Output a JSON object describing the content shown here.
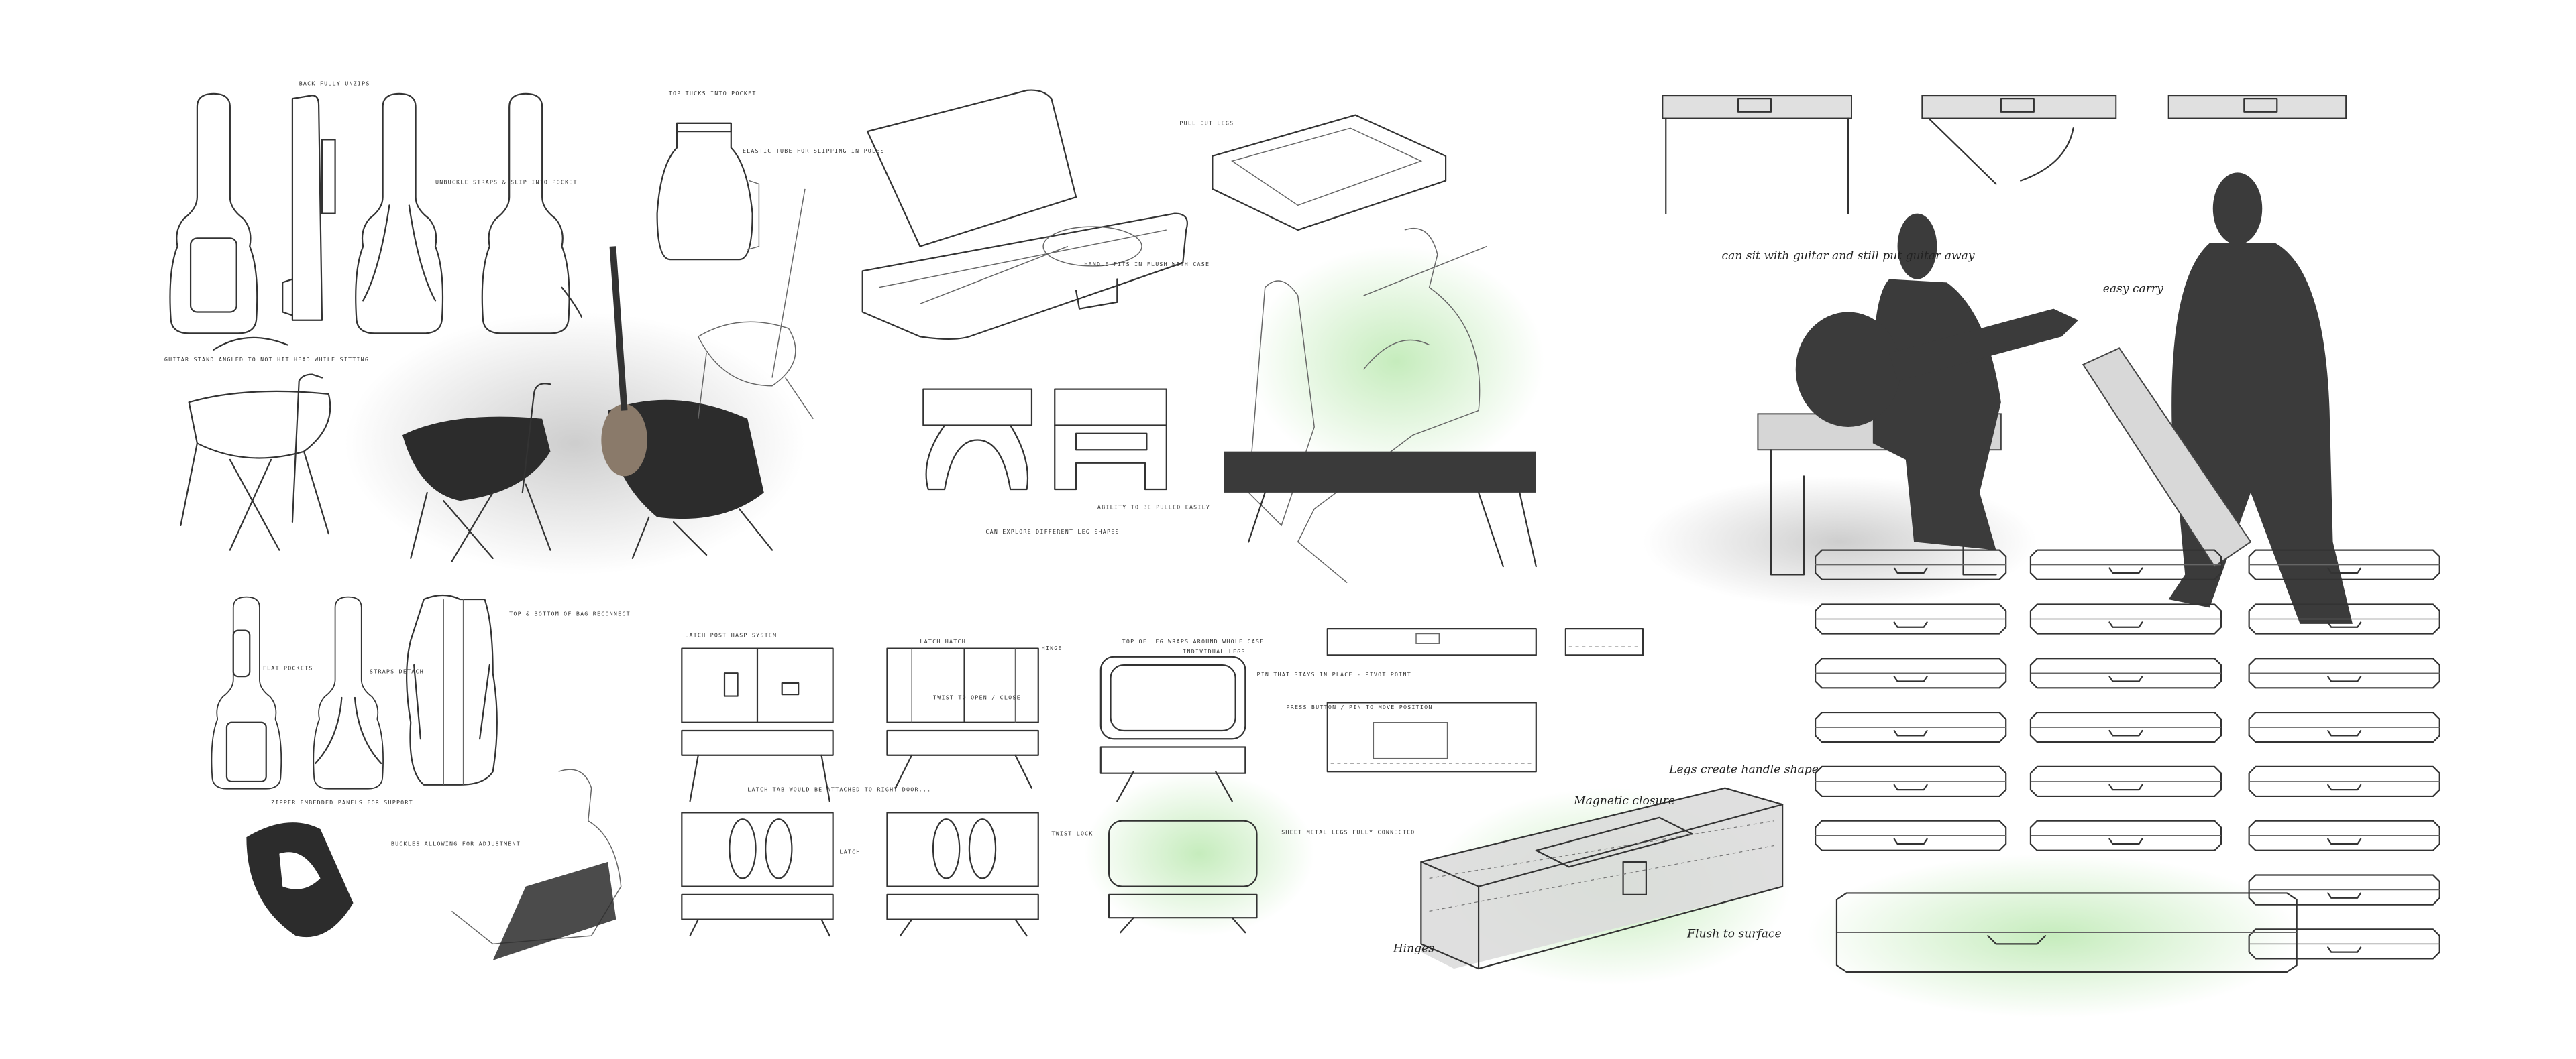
{
  "board": {
    "accent_colors": {
      "silhouette": "#3b3b3b",
      "glow": "#bfeab5",
      "shadow": "#d0d0d0",
      "line": "#333333"
    }
  },
  "gig_bag_notes": {
    "back_unzips": "BACK FULLY UNZIPS",
    "unbuckle": "UNBUCKLE STRAPS & SLIP INTO POCKET",
    "top_tucks": "TOP TUCKS INTO POCKET",
    "elastic_tube": "ELASTIC TUBE FOR SLIPPING IN POLES",
    "guitar_stand": "GUITAR STAND ANGLED TO NOT HIT HEAD WHILE SITTING"
  },
  "hard_case_notes": {
    "handle_flush": "HANDLE FITS IN FLUSH WITH CASE",
    "pull_out_legs": "PULL OUT LEGS",
    "leg_shapes": "CAN EXPLORE DIFFERENT LEG SHAPES",
    "pulled_easily": "ABILITY TO BE PULLED EASILY"
  },
  "backpack_notes": {
    "flat_pockets": "FLAT POCKETS",
    "straps_detach": "STRAPS DETACH",
    "reconnect": "TOP & BOTTOM OF BAG RECONNECT",
    "zipper_panels": "ZIPPER EMBEDDED PANELS FOR SUPPORT",
    "buckles": "BUCKLES ALLOWING FOR ADJUSTMENT"
  },
  "cabinet_notes": {
    "latch_hasp": "LATCH POST HASP SYSTEM",
    "latch_hatch": "LATCH HATCH",
    "hinge": "HINGE",
    "twist_open": "TWIST TO OPEN / CLOSE",
    "latch_tab": "LATCH TAB WOULD BE ATTACHED TO RIGHT DOOR...",
    "latch": "LATCH",
    "twist_lock": "TWIST LOCK",
    "leg_wraps": "TOP OF LEG WRAPS AROUND WHOLE CASE",
    "individual_legs": "INDIVIDUAL LEGS",
    "pin_pivot": "PIN THAT STAYS IN PLACE - PIVOT POINT",
    "press_button": "PRESS BUTTON / PIN TO MOVE POSITION",
    "sheet_metal": "SHEET METAL LEGS FULLY CONNECTED"
  },
  "final_notes": {
    "sit_with_guitar": "can sit with guitar and still put guitar away",
    "easy_carry": "easy carry",
    "magnetic_closure": "Magnetic closure",
    "legs_handle": "Legs create handle shape",
    "hinges": "Hinges",
    "flush_surface": "Flush to surface"
  }
}
